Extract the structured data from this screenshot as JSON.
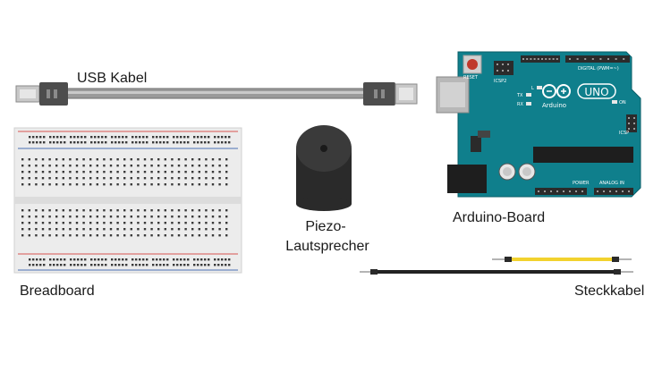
{
  "labels": {
    "usb_cable": "USB Kabel",
    "breadboard": "Breadboard",
    "piezo_line1": "Piezo-",
    "piezo_line2": "Lautsprecher",
    "arduino": "Arduino-Board",
    "jumper": "Steckkabel"
  },
  "arduino_board": {
    "logo_text": "Arduino",
    "model": "UNO",
    "reset": "RESET",
    "icsp2": "ICSP2",
    "icsp": "ICSP",
    "on": "ON",
    "tx": "TX",
    "rx": "RX",
    "l": "L",
    "digital": "DIGITAL (PWM=~)",
    "power": "POWER",
    "analog_in": "ANALOG IN"
  },
  "colors": {
    "board": "#0f7f8c",
    "header": "#2b2b2b",
    "wire_yellow": "#f2d22e",
    "wire_black": "#222222",
    "usb_plug": "#4d4d4d",
    "cable": "#8c8c8c",
    "breadboard": "#eeeeee",
    "rail_red": "#d9534f",
    "rail_blue": "#4a6fb5",
    "piezo": "#2a2a2a",
    "reset_button": "#c0392b"
  }
}
